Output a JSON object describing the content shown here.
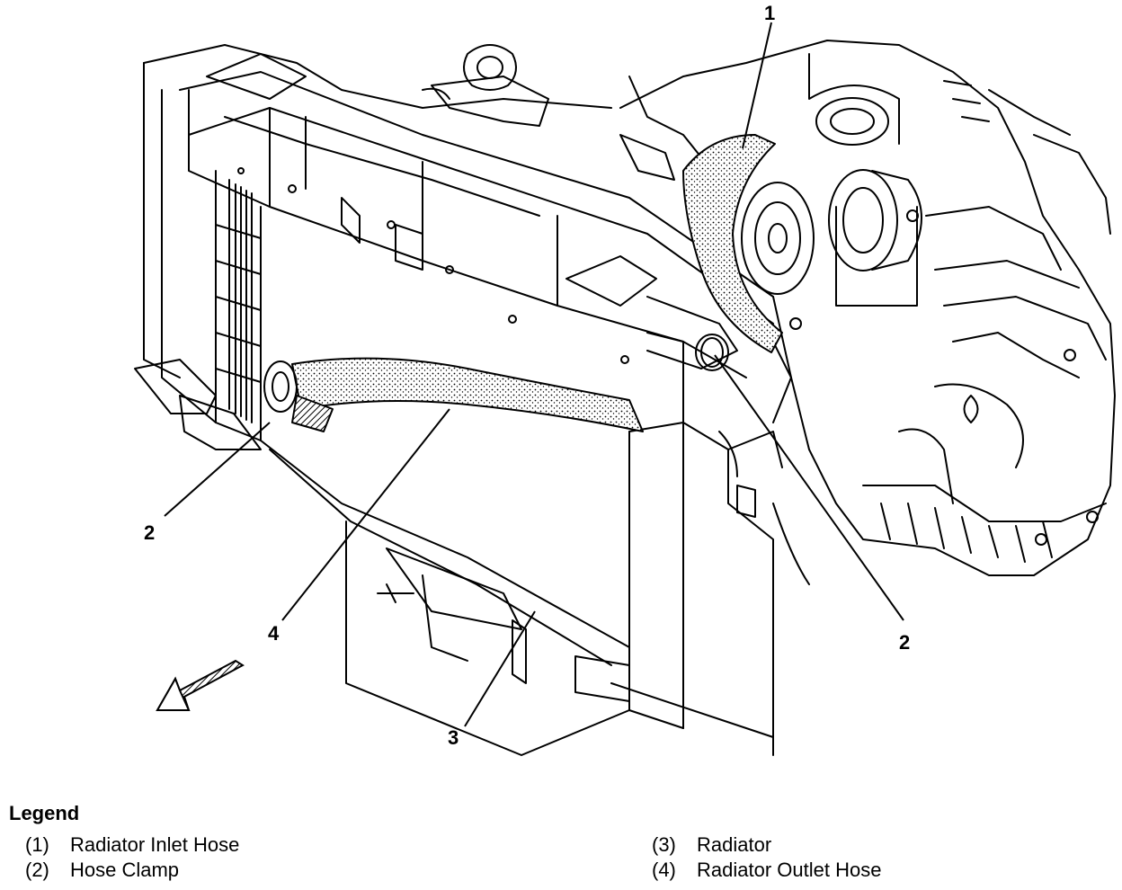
{
  "callouts": {
    "inlet_hose": "1",
    "clamp_left": "2",
    "clamp_right": "2",
    "radiator": "3",
    "outlet_hose": "4"
  },
  "legend": {
    "title": "Legend",
    "items": [
      {
        "num": "(1)",
        "label": "Radiator Inlet Hose"
      },
      {
        "num": "(2)",
        "label": "Hose Clamp"
      },
      {
        "num": "(3)",
        "label": "Radiator"
      },
      {
        "num": "(4)",
        "label": "Radiator Outlet Hose"
      }
    ]
  },
  "colors": {
    "line": "#000000",
    "background": "#ffffff"
  },
  "icons": {
    "direction_arrow": "front-direction-arrow-icon"
  }
}
